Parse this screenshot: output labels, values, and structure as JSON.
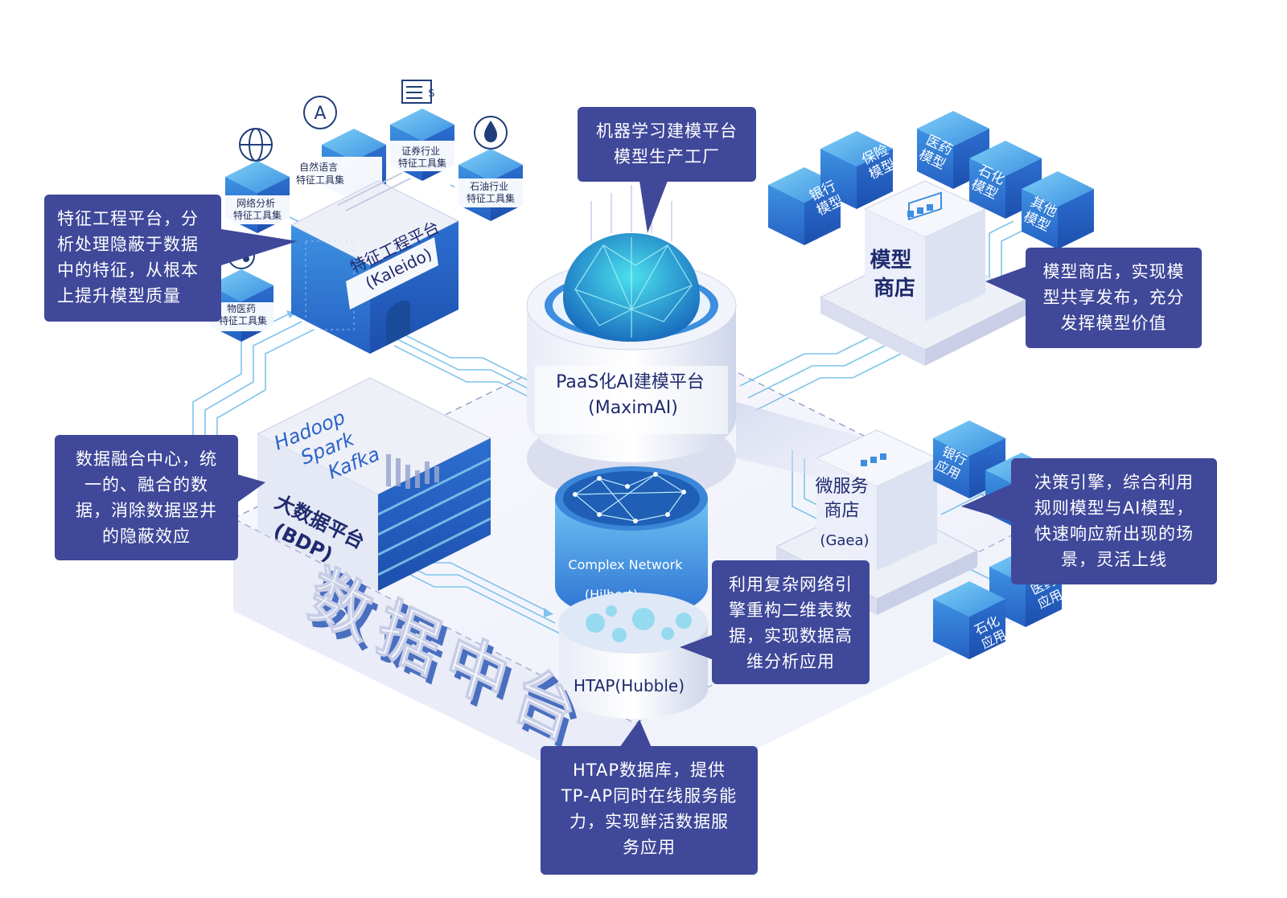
{
  "center_title": "数据中台",
  "callouts": {
    "kaleido": [
      "特征工程平台，分",
      "析处理隐蔽于数据",
      "中的特征，从根本",
      "上提升模型质量"
    ],
    "maxim": [
      "机器学习建模平台",
      "模型生产工厂"
    ],
    "model_store": [
      "模型商店，实现模",
      "型共享发布，充分",
      "发挥模型价值"
    ],
    "bdp": [
      "数据融合中心，统",
      "一的、融合的数",
      "据，消除数据竖井",
      "的隐蔽效应"
    ],
    "decision": [
      "决策引擎，综合利用",
      "规则模型与AI模型，",
      "快速响应新出现的场",
      "景，灵活上线"
    ],
    "hilbert": [
      "利用复杂网络引",
      "擎重构二维表数",
      "据，实现数据高",
      "维分析应用"
    ],
    "htap": [
      "HTAP数据库，提供",
      "TP-AP同时在线服务能",
      "力，实现鲜活数据服",
      "务应用"
    ]
  },
  "platforms": {
    "kaleido": [
      "特征工程平台",
      "(Kaleido)"
    ],
    "maxim": [
      "PaaS化AI建模平台",
      "(MaximAI)"
    ],
    "bdp_techs": [
      "Hadoop",
      "Spark",
      "Kafka"
    ],
    "bdp": [
      "大数据平台",
      "(BDP)"
    ],
    "hilbert": [
      "Complex Network",
      "(Hilbert)"
    ],
    "htap": "HTAP(Hubble)",
    "model_store": [
      "模型",
      "商店"
    ],
    "gaea": [
      "微服务",
      "商店",
      "(Gaea)"
    ]
  },
  "toolsets": [
    {
      "line1": "自然语言",
      "line2": "特征工具集",
      "icon": "letter-a-icon"
    },
    {
      "line1": "证券行业",
      "line2": "特征工具集",
      "icon": "invoice-icon"
    },
    {
      "line1": "网络分析",
      "line2": "特征工具集",
      "icon": "globe-icon"
    },
    {
      "line1": "石油行业",
      "line2": "特征工具集",
      "icon": "oil-drop-icon"
    },
    {
      "line1": "物医药",
      "line2": "特征工具集",
      "icon": "molecule-icon"
    }
  ],
  "models": [
    {
      "line1": "银行",
      "line2": "模型"
    },
    {
      "line1": "保险",
      "line2": "模型"
    },
    {
      "line1": "医药",
      "line2": "模型"
    },
    {
      "line1": "石化",
      "line2": "模型"
    },
    {
      "line1": "其他",
      "line2": "模型"
    }
  ],
  "apps": [
    {
      "line1": "银行",
      "line2": "应用"
    },
    {
      "line1": "应用",
      "line2": ""
    },
    {
      "line1": "医药",
      "line2": "应用"
    },
    {
      "line1": "石化",
      "line2": "应用"
    }
  ],
  "colors": {
    "callout_bg": "#3f4899",
    "accent_blue": "#2f8fdc",
    "dark_blue": "#3b52a6",
    "platform_light": "#eef1fb",
    "flow_line": "#7fc3ec"
  }
}
